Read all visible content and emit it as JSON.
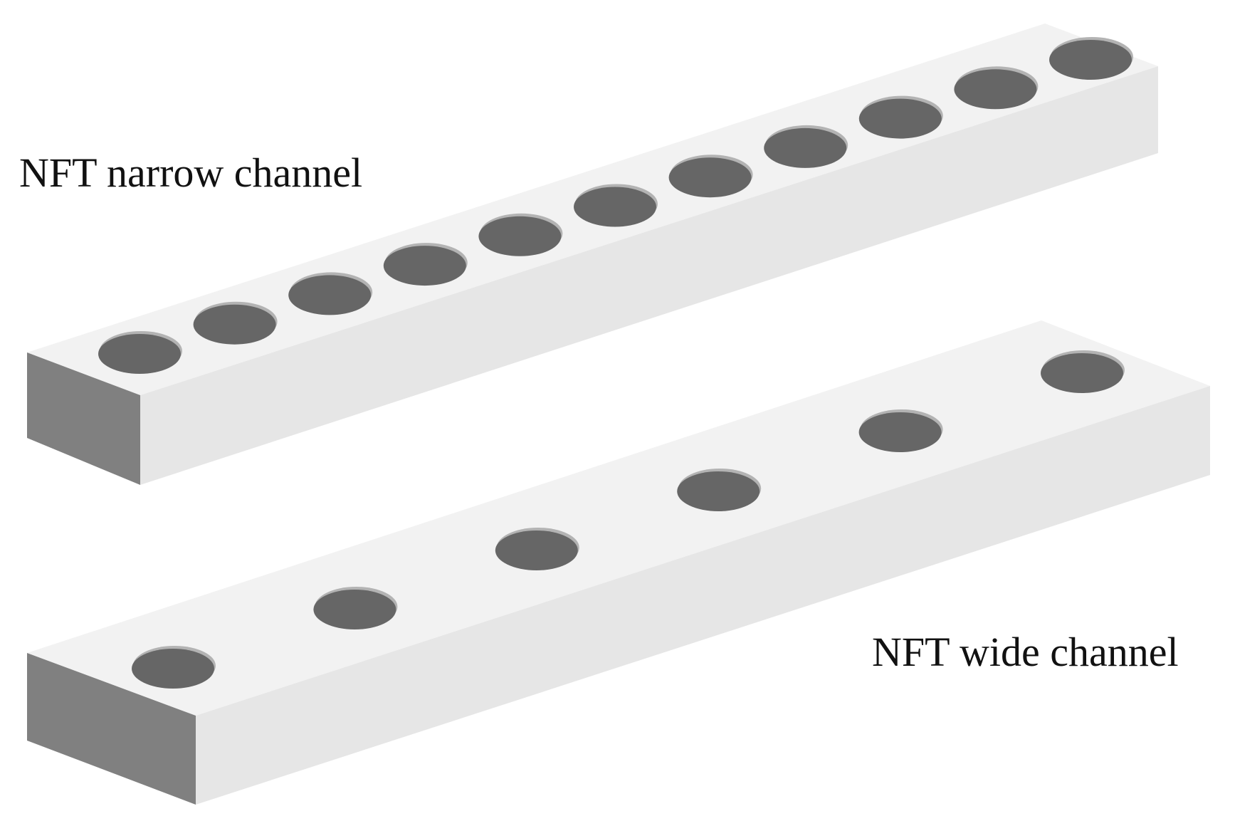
{
  "labels": {
    "narrow": "NFT narrow channel",
    "wide": "NFT wide channel"
  },
  "channels": [
    {
      "id": "narrow",
      "hole_count": 11
    },
    {
      "id": "wide",
      "hole_count": 6
    }
  ],
  "colors": {
    "background": "#ffffff",
    "top_face": "#f2f2f2",
    "long_side_face": "#e6e6e6",
    "end_face": "#808080",
    "hole_fill": "#666666",
    "hole_rim": "#b3b3b3",
    "label_text": "#111111"
  }
}
